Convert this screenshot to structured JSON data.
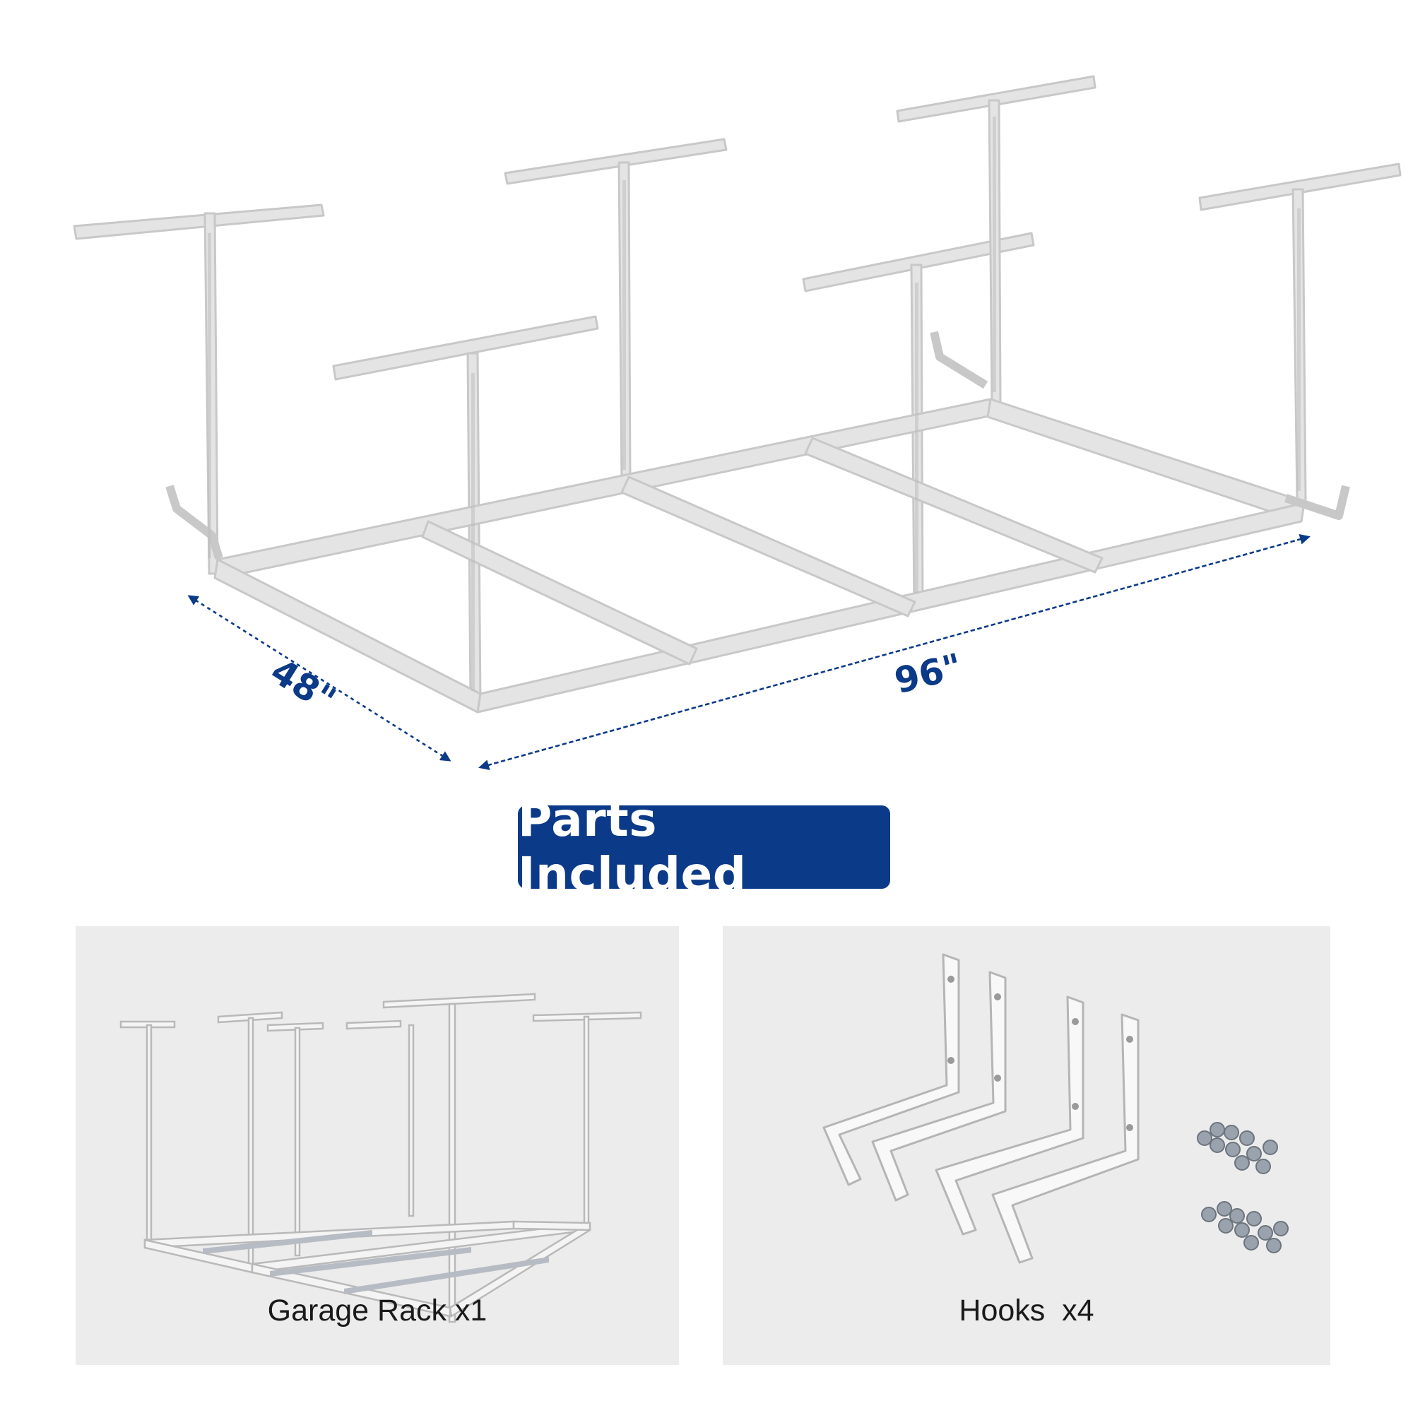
{
  "dimensions": {
    "depth": "48\"",
    "length": "96\""
  },
  "banner": {
    "title": "Parts Included"
  },
  "parts": [
    {
      "label": "Garage Rack x1",
      "icon": "garage-rack-icon"
    },
    {
      "label": "Hooks  x4",
      "icon": "hooks-icon"
    }
  ],
  "colors": {
    "accent": "#0b3a88",
    "frame": "#e2e2e2",
    "frame_outline": "#c9c9c9",
    "panel_bg": "#ececec"
  }
}
